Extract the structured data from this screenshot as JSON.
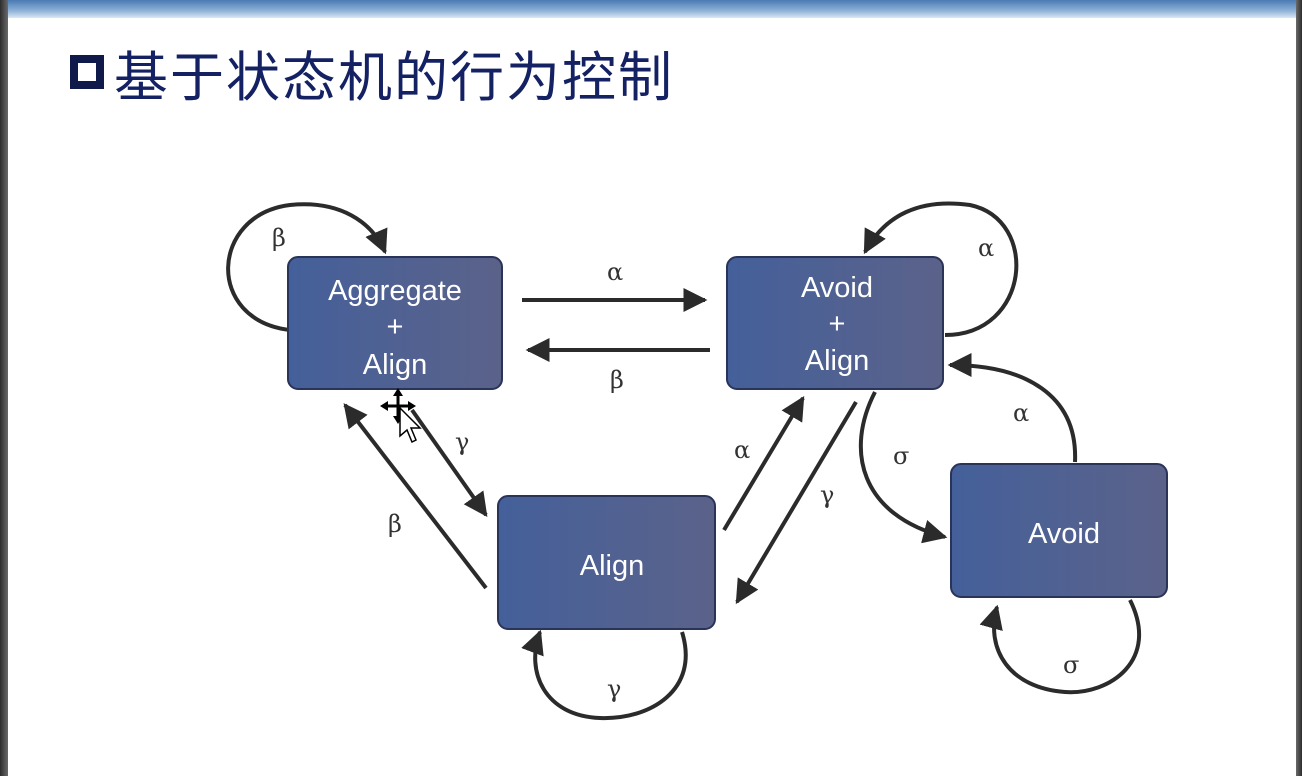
{
  "title": "基于状态机的行为控制",
  "colors": {
    "title": "#142163",
    "state_fill_start": "#44609a",
    "state_fill_end": "#5b628a",
    "arrow": "#2b2b2b"
  },
  "states": {
    "aggregate_align": {
      "line1": "Aggregate",
      "line2": "+",
      "line3": "Align"
    },
    "avoid_align": {
      "line1": "Avoid",
      "line2": "+",
      "line3": "Align"
    },
    "align": {
      "label": "Align"
    },
    "avoid": {
      "label": "Avoid"
    }
  },
  "transitions": {
    "aggregate_self": "β",
    "aggregate_to_avoidalign": "α",
    "avoidalign_to_aggregate": "β",
    "avoidalign_self": "α",
    "aggregate_to_align": "γ",
    "align_to_aggregate": "β",
    "align_to_avoidalign": "α",
    "avoidalign_to_align": "γ",
    "avoidalign_to_avoid": "σ",
    "avoid_to_avoidalign": "α",
    "align_self": "γ",
    "avoid_self": "σ"
  },
  "icons": {
    "cursor": "move-cursor-icon"
  }
}
